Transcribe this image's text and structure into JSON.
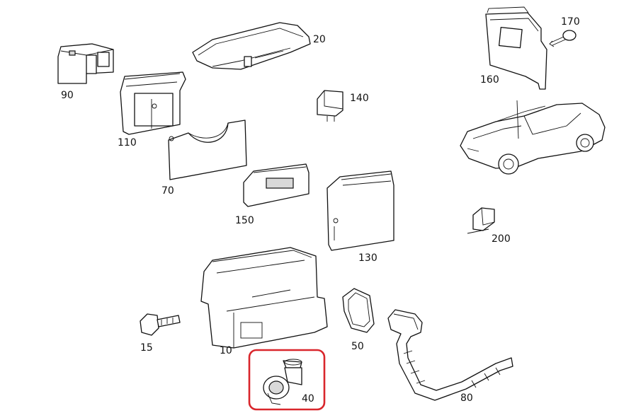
{
  "labels": {
    "p20": "20",
    "p90": "90",
    "p110": "110",
    "p140": "140",
    "p160": "160",
    "p170": "170",
    "p70": "70",
    "p150": "150",
    "p130": "130",
    "p200": "200",
    "p15": "15",
    "p10": "10",
    "p50": "50",
    "p40": "40",
    "p80": "80"
  },
  "colors": {
    "highlight": "#d9262c",
    "line": "#111111"
  },
  "highlighted_part": "40"
}
